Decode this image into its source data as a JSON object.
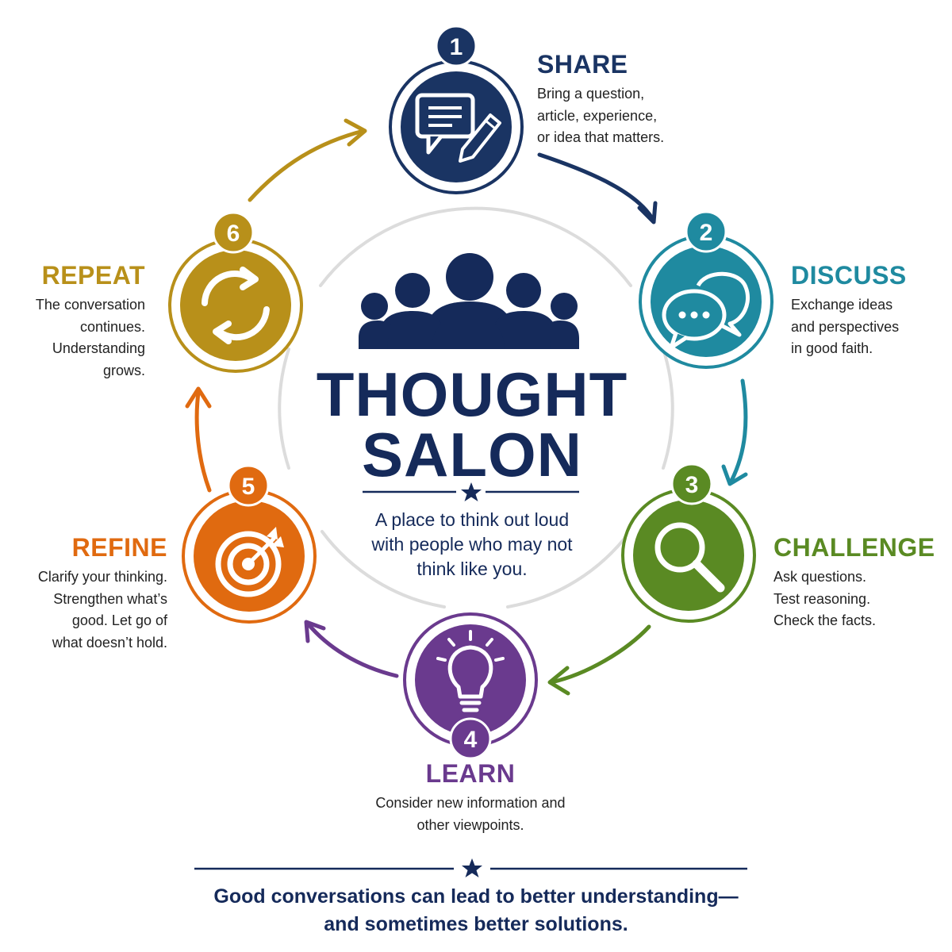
{
  "title": {
    "line1": "THOUGHT",
    "line2": "SALON"
  },
  "tagline": "A place to think out loud\nwith people who may not\nthink like you.",
  "footer": "Good conversations can lead to better understanding—\nand sometimes better solutions.",
  "steps": [
    {
      "number": "1",
      "label": "SHARE",
      "description": "Bring a question,\narticle, experience,\nor idea that matters.",
      "color": "#1a3463",
      "icon": "chat-pencil-icon"
    },
    {
      "number": "2",
      "label": "DISCUSS",
      "description": "Exchange ideas\nand perspectives\nin good faith.",
      "color": "#1f8aa0",
      "icon": "speech-bubbles-icon"
    },
    {
      "number": "3",
      "label": "CHALLENGE",
      "description": "Ask questions.\nTest reasoning.\nCheck the facts.",
      "color": "#5a8a23",
      "icon": "magnifier-icon"
    },
    {
      "number": "4",
      "label": "LEARN",
      "description": "Consider new information and\nother viewpoints.",
      "color": "#6a3a8e",
      "icon": "lightbulb-icon"
    },
    {
      "number": "5",
      "label": "REFINE",
      "description": "Clarify your thinking.\nStrengthen what’s\ngood. Let go of\nwhat doesn’t hold.",
      "color": "#e06a10",
      "icon": "target-icon"
    },
    {
      "number": "6",
      "label": "REPEAT",
      "description": "The conversation\ncontinues.\nUnderstanding\ngrows.",
      "color": "#b8901a",
      "icon": "cycle-arrows-icon"
    }
  ],
  "colors": {
    "navy": "#152a5a",
    "ring_gray": "#d9d9d9"
  }
}
